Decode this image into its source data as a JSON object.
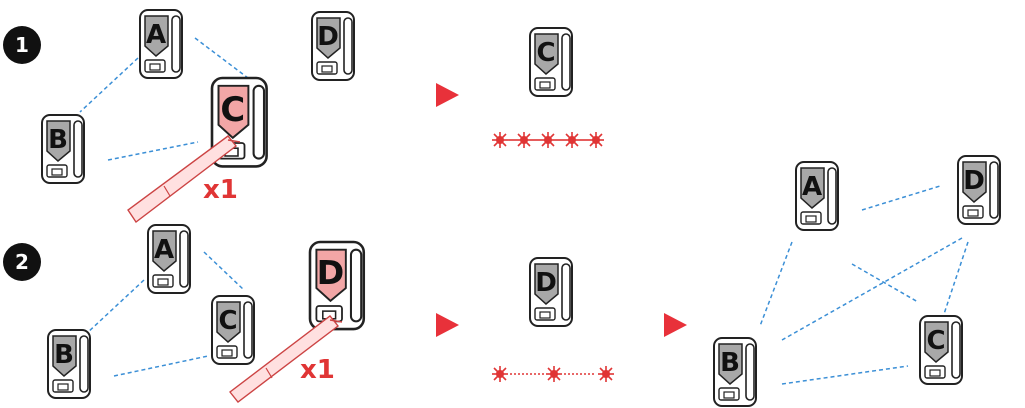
{
  "steps": [
    {
      "number": "1",
      "devices": [
        "A",
        "B",
        "C",
        "D"
      ],
      "active_device": "C",
      "press_count": "x1",
      "result_device": "C",
      "result_led_pattern": "5 steady red flashes"
    },
    {
      "number": "2",
      "devices": [
        "A",
        "B",
        "C",
        "D"
      ],
      "active_device": "D",
      "press_count": "x1",
      "result_device": "D",
      "result_led_pattern": "3 red flashes with dotted pauses"
    }
  ],
  "final_network": {
    "devices": [
      "A",
      "B",
      "C",
      "D"
    ],
    "links": [
      [
        "A",
        "D"
      ],
      [
        "A",
        "B"
      ],
      [
        "A",
        "C"
      ],
      [
        "B",
        "D"
      ],
      [
        "B",
        "C"
      ],
      [
        "C",
        "D"
      ]
    ]
  },
  "colors": {
    "accent_red": "#e03535",
    "active_fill": "#f2a6a6",
    "inactive_fill": "#a8a8a8",
    "link_blue": "#3b8fd6",
    "step_badge": "#111111"
  }
}
